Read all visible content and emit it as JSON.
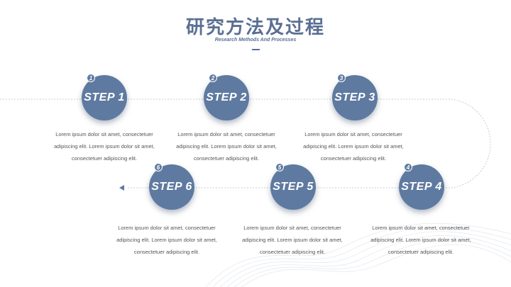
{
  "header": {
    "title": "研究方法及过程",
    "subtitle": "Research Methods And Processes"
  },
  "steps": [
    {
      "label": "STEP 1",
      "number": "1",
      "desc": "Lorem ipsum dolor sit amet, consectetuer adipiscing elit. Lorem ipsum dolor sit amet, consectetuer adipiscing elit."
    },
    {
      "label": "STEP 2",
      "number": "2",
      "desc": "Lorem ipsum dolor sit amet, consectetuer adipiscing elit. Lorem ipsum dolor sit amet, consectetuer adipiscing elit."
    },
    {
      "label": "STEP 3",
      "number": "3",
      "desc": "Lorem ipsum dolor sit amet, consectetuer adipiscing elit. Lorem ipsum dolor sit amet, consectetuer adipiscing elit."
    },
    {
      "label": "STEP 4",
      "number": "4",
      "desc": "Lorem ipsum dolor sit amet, consectetuer adipiscing elit. Lorem ipsum dolor sit amet, consectetuer adipiscing elit."
    },
    {
      "label": "STEP 5",
      "number": "5",
      "desc": "Lorem ipsum dolor sit amet, consectetuer adipiscing elit. Lorem ipsum dolor sit amet, consectetuer adipiscing elit."
    },
    {
      "label": "STEP 6",
      "number": "6",
      "desc": "Lorem ipsum dolor sit amet, consectetuer adipiscing elit. Lorem ipsum dolor sit amet, consectetuer adipiscing elit."
    }
  ],
  "colors": {
    "accent": "#5f7aa0",
    "title": "#5b6f92",
    "text": "#555555",
    "connector": "#b8bec8"
  }
}
